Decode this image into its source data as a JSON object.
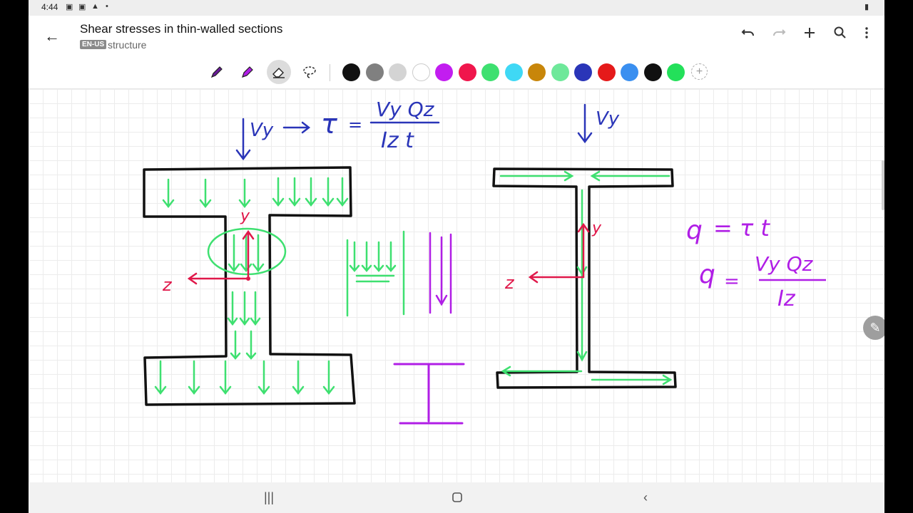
{
  "status_bar": {
    "time": "4:44",
    "icons": [
      "screenshot-icon",
      "screen-record-icon",
      "warning-icon",
      "dot-icon",
      "battery-icon"
    ]
  },
  "app_bar": {
    "title": "Shear stresses in thin-walled sections",
    "language_badge": "EN-US",
    "notebook": "structure",
    "actions": [
      "undo",
      "redo",
      "add",
      "search",
      "more"
    ]
  },
  "toolbar": {
    "tools": [
      "pen",
      "highlighter",
      "eraser",
      "lasso"
    ],
    "active_tool": "eraser",
    "colors": [
      "#111111",
      "#808080",
      "#d4d4d4",
      "#ffffff",
      "#c21df0",
      "#f0164c",
      "#3ee070",
      "#3fd8f5",
      "#c8860a",
      "#6ee89a",
      "#2a35b8",
      "#e51a1a",
      "#3a8ff0",
      "#111111",
      "#23e05a"
    ]
  },
  "canvas": {
    "formula_left": {
      "shear": "Vy",
      "tau": "τ",
      "equals": "=",
      "numerator": "Vy Qz",
      "denominator": "Iz t"
    },
    "label_vy_right": "Vy",
    "axes_left": {
      "y": "y",
      "z": "z"
    },
    "axes_right": {
      "y": "y",
      "z": "z"
    },
    "flow_formula_1": {
      "lhs": "q",
      "rhs": "= τ t"
    },
    "flow_formula_2": {
      "lhs": "q",
      "equals": "=",
      "numerator": "Vy Qz",
      "denominator": "Iz"
    }
  },
  "nav_bar": {
    "buttons": [
      "recent-apps",
      "home",
      "back"
    ]
  }
}
